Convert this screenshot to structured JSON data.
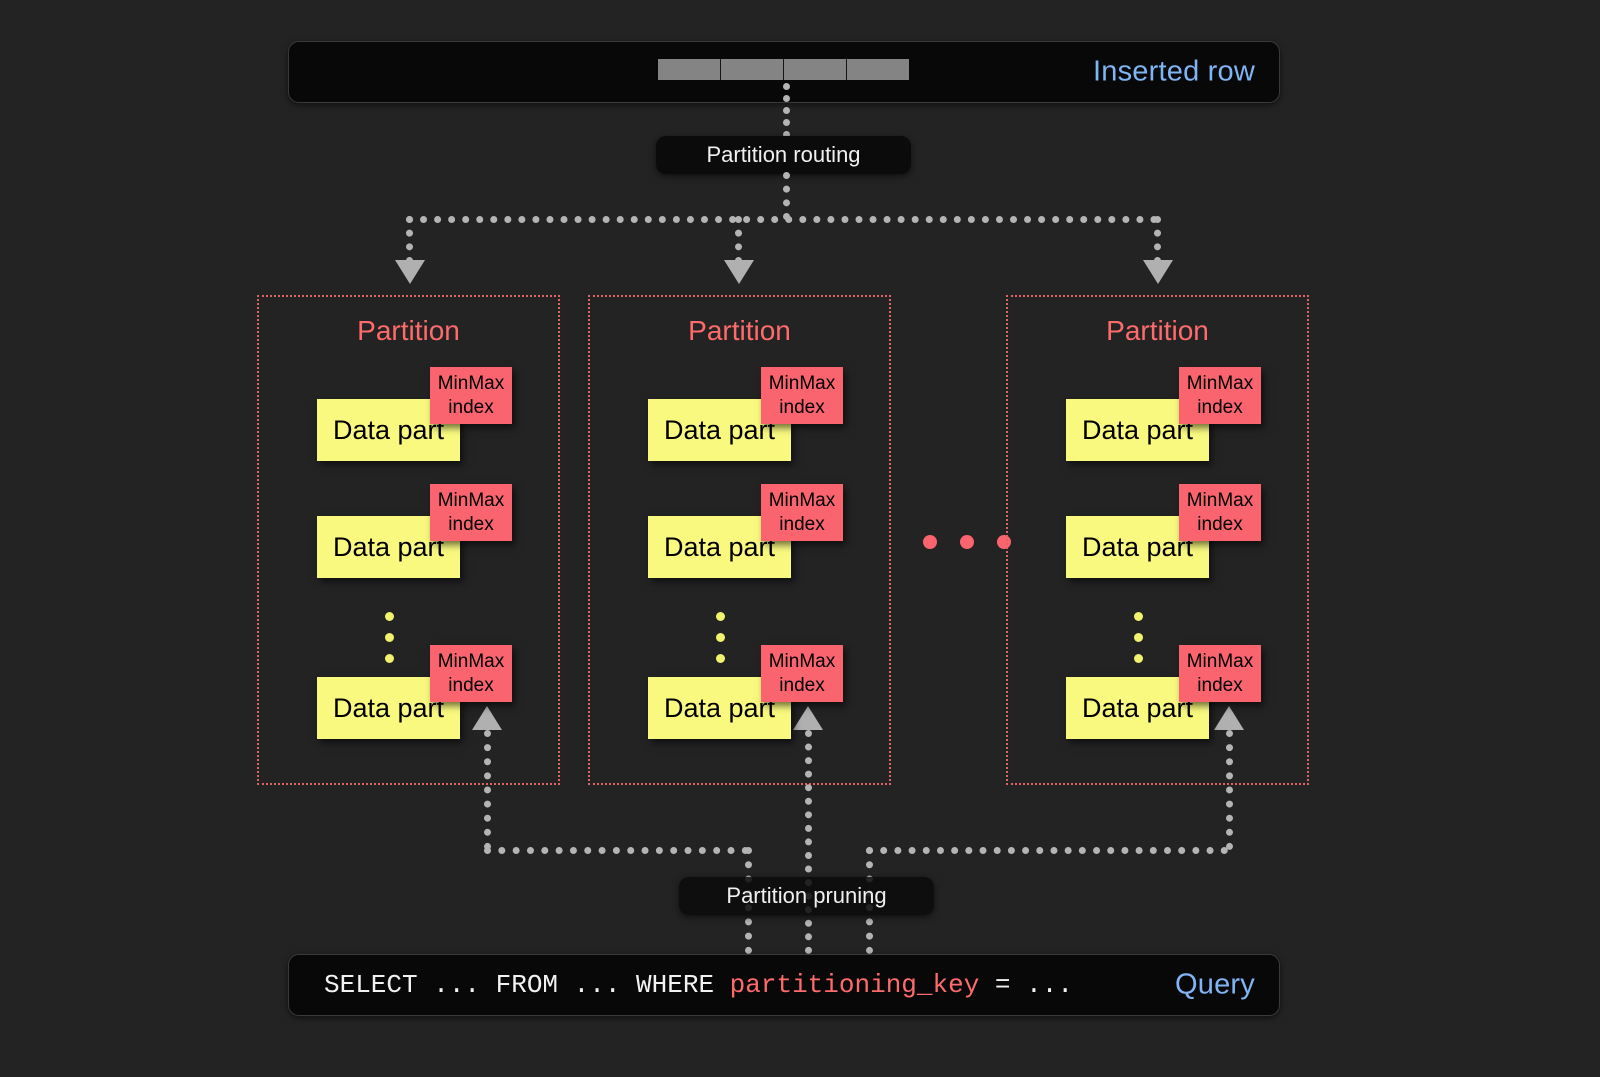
{
  "diagram": {
    "title": "ClickHouse partitioning: insert routing and partition pruning",
    "background_color": "#232323"
  },
  "top_bar": {
    "label": "Inserted row",
    "label_color": "#7fb4f5",
    "cell_count": 4,
    "cell_color": "#848484"
  },
  "routing": {
    "label": "Partition routing"
  },
  "partitions": [
    {
      "title": "Partition",
      "parts": [
        {
          "data_part_label": "Data part",
          "index_line1": "MinMax",
          "index_line2": "index"
        },
        {
          "data_part_label": "Data part",
          "index_line1": "MinMax",
          "index_line2": "index"
        },
        {
          "data_part_label": "Data part",
          "index_line1": "MinMax",
          "index_line2": "index"
        }
      ]
    },
    {
      "title": "Partition",
      "parts": [
        {
          "data_part_label": "Data part",
          "index_line1": "MinMax",
          "index_line2": "index"
        },
        {
          "data_part_label": "Data part",
          "index_line1": "MinMax",
          "index_line2": "index"
        },
        {
          "data_part_label": "Data part",
          "index_line1": "MinMax",
          "index_line2": "index"
        }
      ]
    },
    {
      "title": "Partition",
      "parts": [
        {
          "data_part_label": "Data part",
          "index_line1": "MinMax",
          "index_line2": "index"
        },
        {
          "data_part_label": "Data part",
          "index_line1": "MinMax",
          "index_line2": "index"
        },
        {
          "data_part_label": "Data part",
          "index_line1": "MinMax",
          "index_line2": "index"
        }
      ]
    }
  ],
  "pruning": {
    "label": "Partition pruning"
  },
  "query_bar": {
    "prefix": "SELECT ... FROM ... WHERE ",
    "keyword": "partitioning_key",
    "suffix": " = ...",
    "label": "Query",
    "label_color": "#7fb4f5",
    "keyword_color": "#ff6b6b"
  },
  "colors": {
    "data_part": "#f9f97f",
    "minmax_index": "#f9646e",
    "partition_border": "#e06464",
    "partition_title": "#ff6b6b",
    "connector": "#b4b4b4",
    "bar_fill": "#080808"
  }
}
